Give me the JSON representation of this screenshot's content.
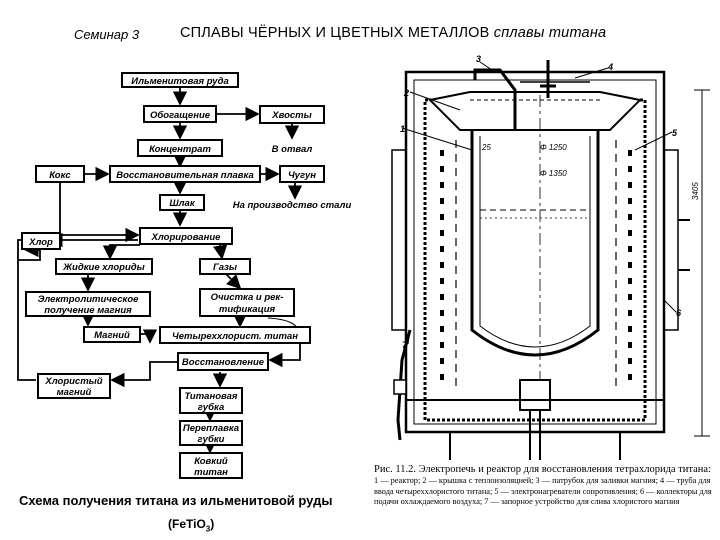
{
  "header": {
    "seminar": "Семинар 3",
    "title": "СПЛАВЫ ЧЁРНЫХ И ЦВЕТНЫХ МЕТАЛЛОВ",
    "subtitle": "сплавы титана"
  },
  "flowchart": {
    "nodes": {
      "ore": "Ильменитовая руда",
      "enrich": "Обогащение",
      "tails": "Хвосты",
      "concentrate": "Концентрат",
      "dump": "В отвал",
      "coke": "Кокс",
      "smelting": "Восстановительная плавка",
      "iron": "Чугун",
      "slag": "Шлак",
      "steel_use": "На производство стали",
      "chlorine": "Хлор",
      "chlorination": "Хлорирование",
      "liquid_chlorides": "Жидкие хлориды",
      "gases": "Газы",
      "electrolytic": "Электролитическое получение магния",
      "purification": "Очистка и ректификация",
      "magnesium": "Магний",
      "ticl4": "Четыреххлорист. титан",
      "reduction": "Восстановление",
      "mgcl2": "Хлористый магний",
      "sponge": "Титановая губка",
      "remelt": "Переплавка губки",
      "malleable": "Ковкий титан"
    }
  },
  "caption": {
    "line1": "Схема получения титана из ильменитовой руды",
    "line2": "(FeTiO",
    "sub3": "3",
    "line2end": ")"
  },
  "apparatus": {
    "labels": [
      "1",
      "2",
      "3",
      "4",
      "5",
      "6",
      "7"
    ],
    "dim1": "25",
    "dim2": "Φ 1250",
    "dim3": "Φ 1350",
    "height": "3405"
  },
  "figure_caption": {
    "title": "Рис. 11.2. Электропечь и реактор для восстановления тетрахлорида титана:",
    "description": "1 — реактор; 2 — крышка с теплоизоляцией; 3 — патрубок для заливки магния; 4 — труба для ввода четыреххлористого титана; 5 — электронагреватели сопротивления; 6 — коллекторы для подачи охлаждаемого воздуха; 7 — запорное устройство для слива хлористого магния"
  }
}
